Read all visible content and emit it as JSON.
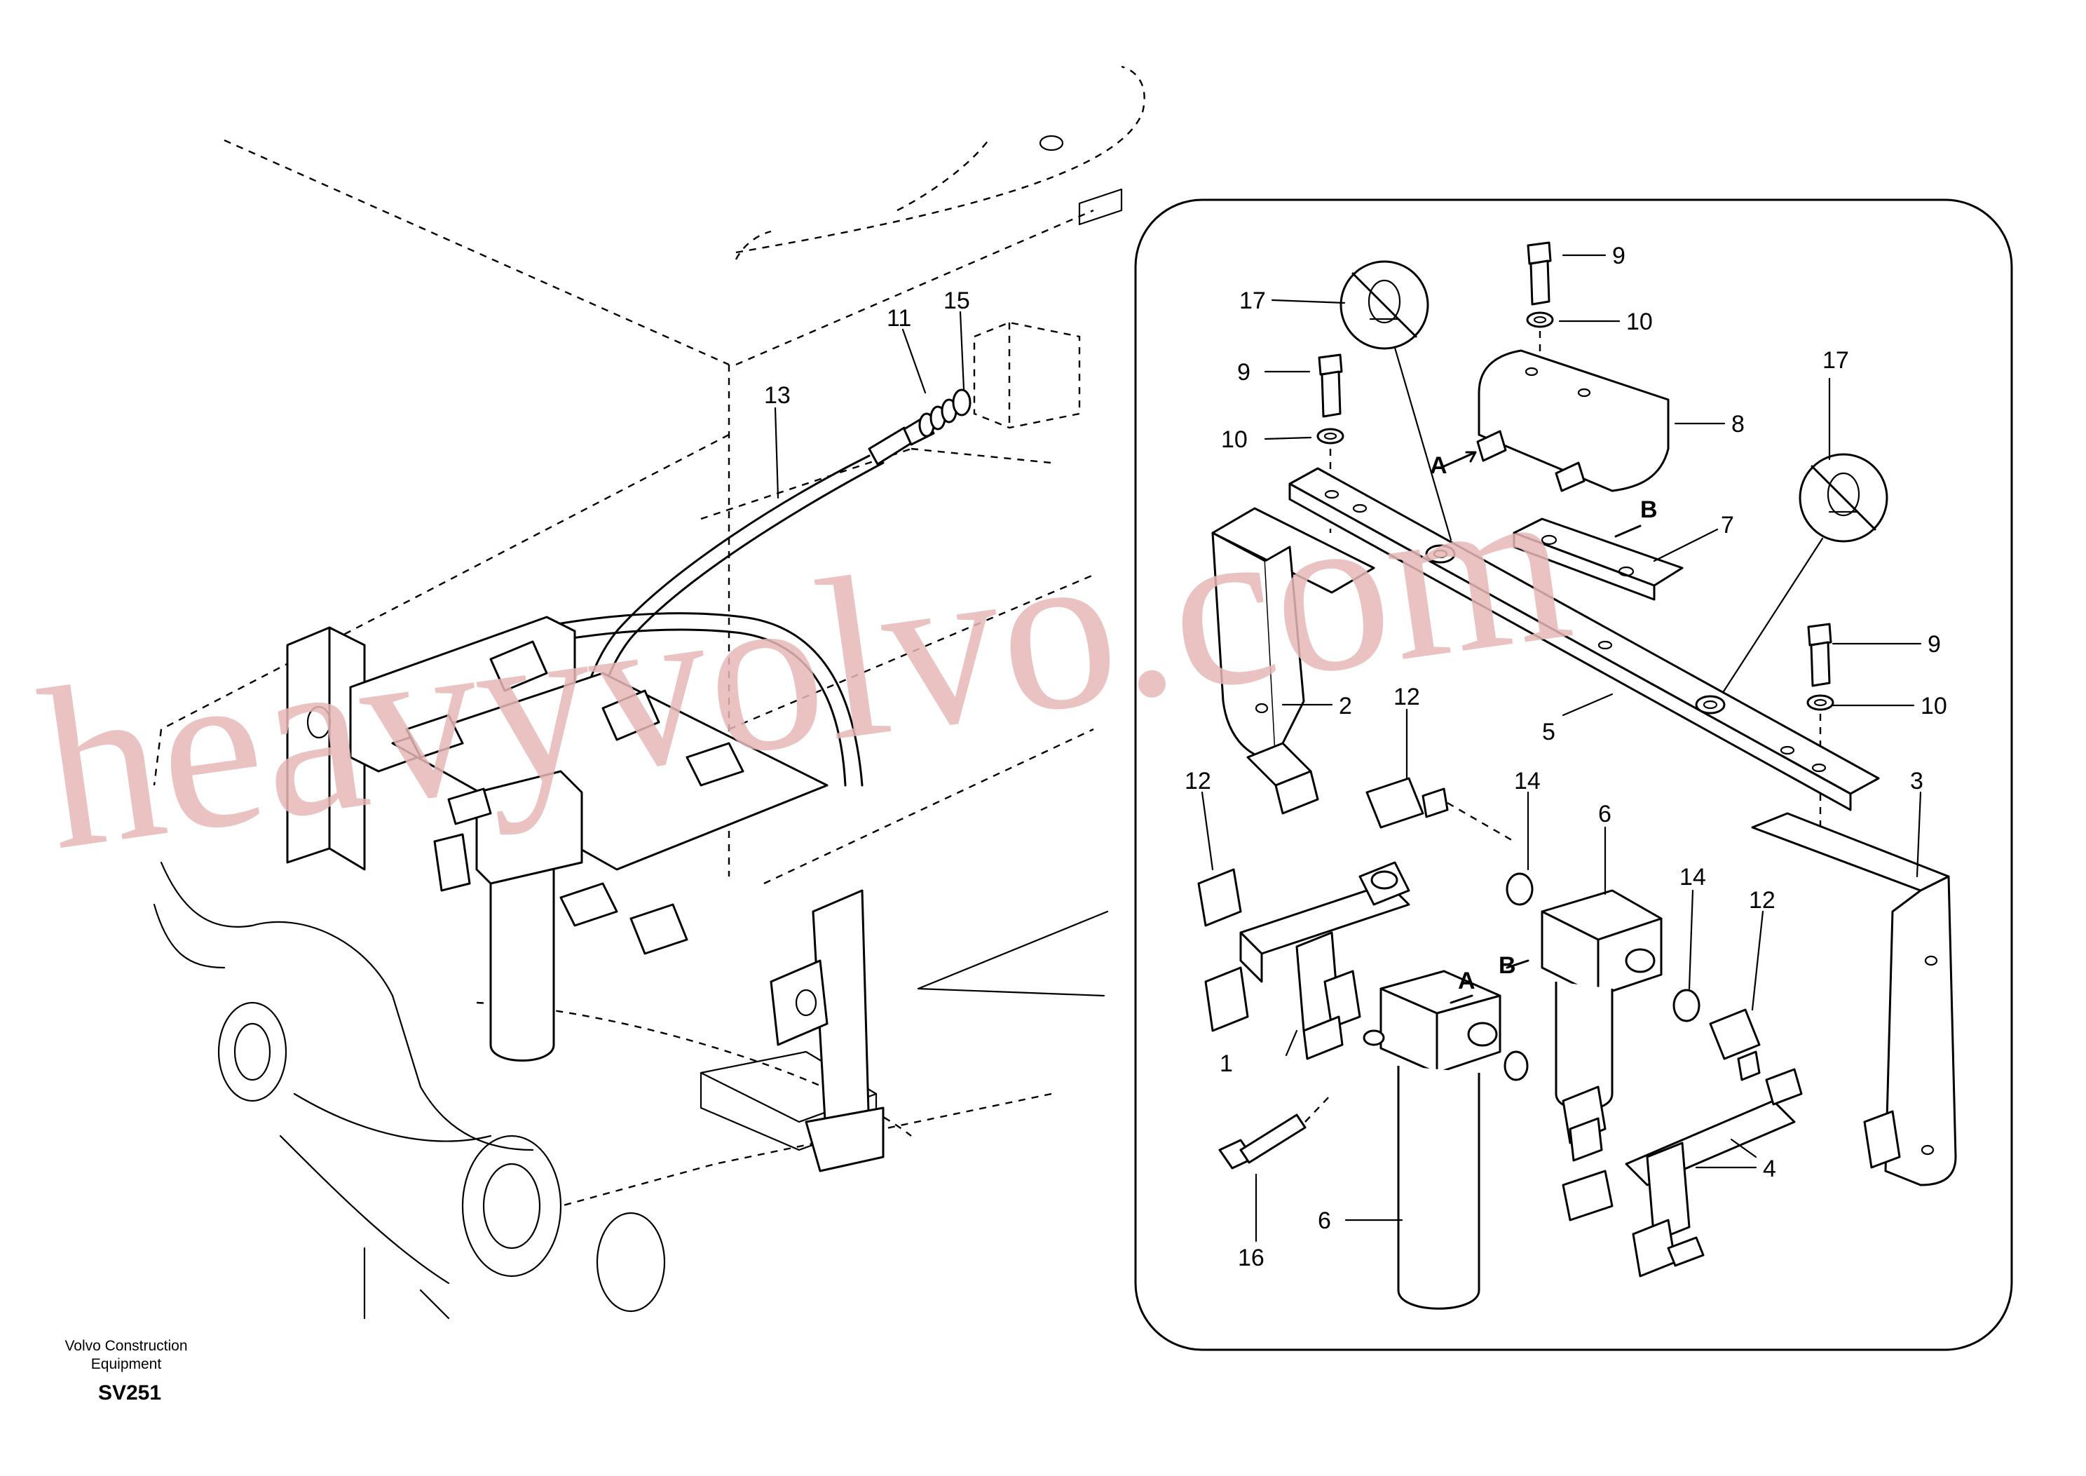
{
  "diagram": {
    "watermark": "heavyvolvo.com",
    "footer": {
      "company_line1": "Volvo Construction",
      "company_line2": "Equipment",
      "code": "SV251"
    },
    "callouts": {
      "overview": {
        "c11": "11",
        "c13": "13",
        "c15": "15"
      },
      "detail": {
        "c1": "1",
        "c2": "2",
        "c3": "3",
        "c4": "4",
        "c5": "5",
        "c6a": "6",
        "c6b": "6",
        "c7": "7",
        "c8": "8",
        "c9a": "9",
        "c9b": "9",
        "c9c": "9",
        "c10a": "10",
        "c10b": "10",
        "c10c": "10",
        "c12a": "12",
        "c12b": "12",
        "c12c": "12",
        "c14a": "14",
        "c14b": "14",
        "c16": "16",
        "c17a": "17",
        "c17b": "17"
      },
      "view_markers": {
        "A1": "A",
        "A2": "A",
        "B1": "B",
        "B2": "B"
      }
    },
    "symbols": [
      "no-lubrication-symbol",
      "no-lubrication-symbol"
    ]
  }
}
